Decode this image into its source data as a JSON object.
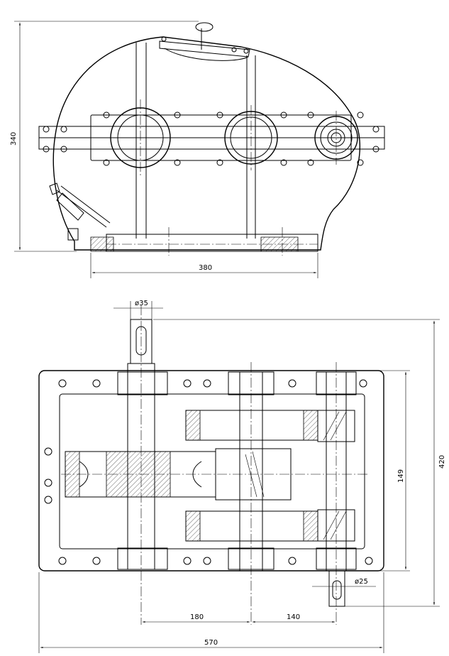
{
  "dimensions": {
    "height_top": "340",
    "length_top": "380",
    "shaft_in": "ø35",
    "width_plan": "420",
    "inner_width": "149",
    "center_a": "180",
    "center_b": "140",
    "length_plan": "570",
    "shaft_out": "ø25"
  }
}
